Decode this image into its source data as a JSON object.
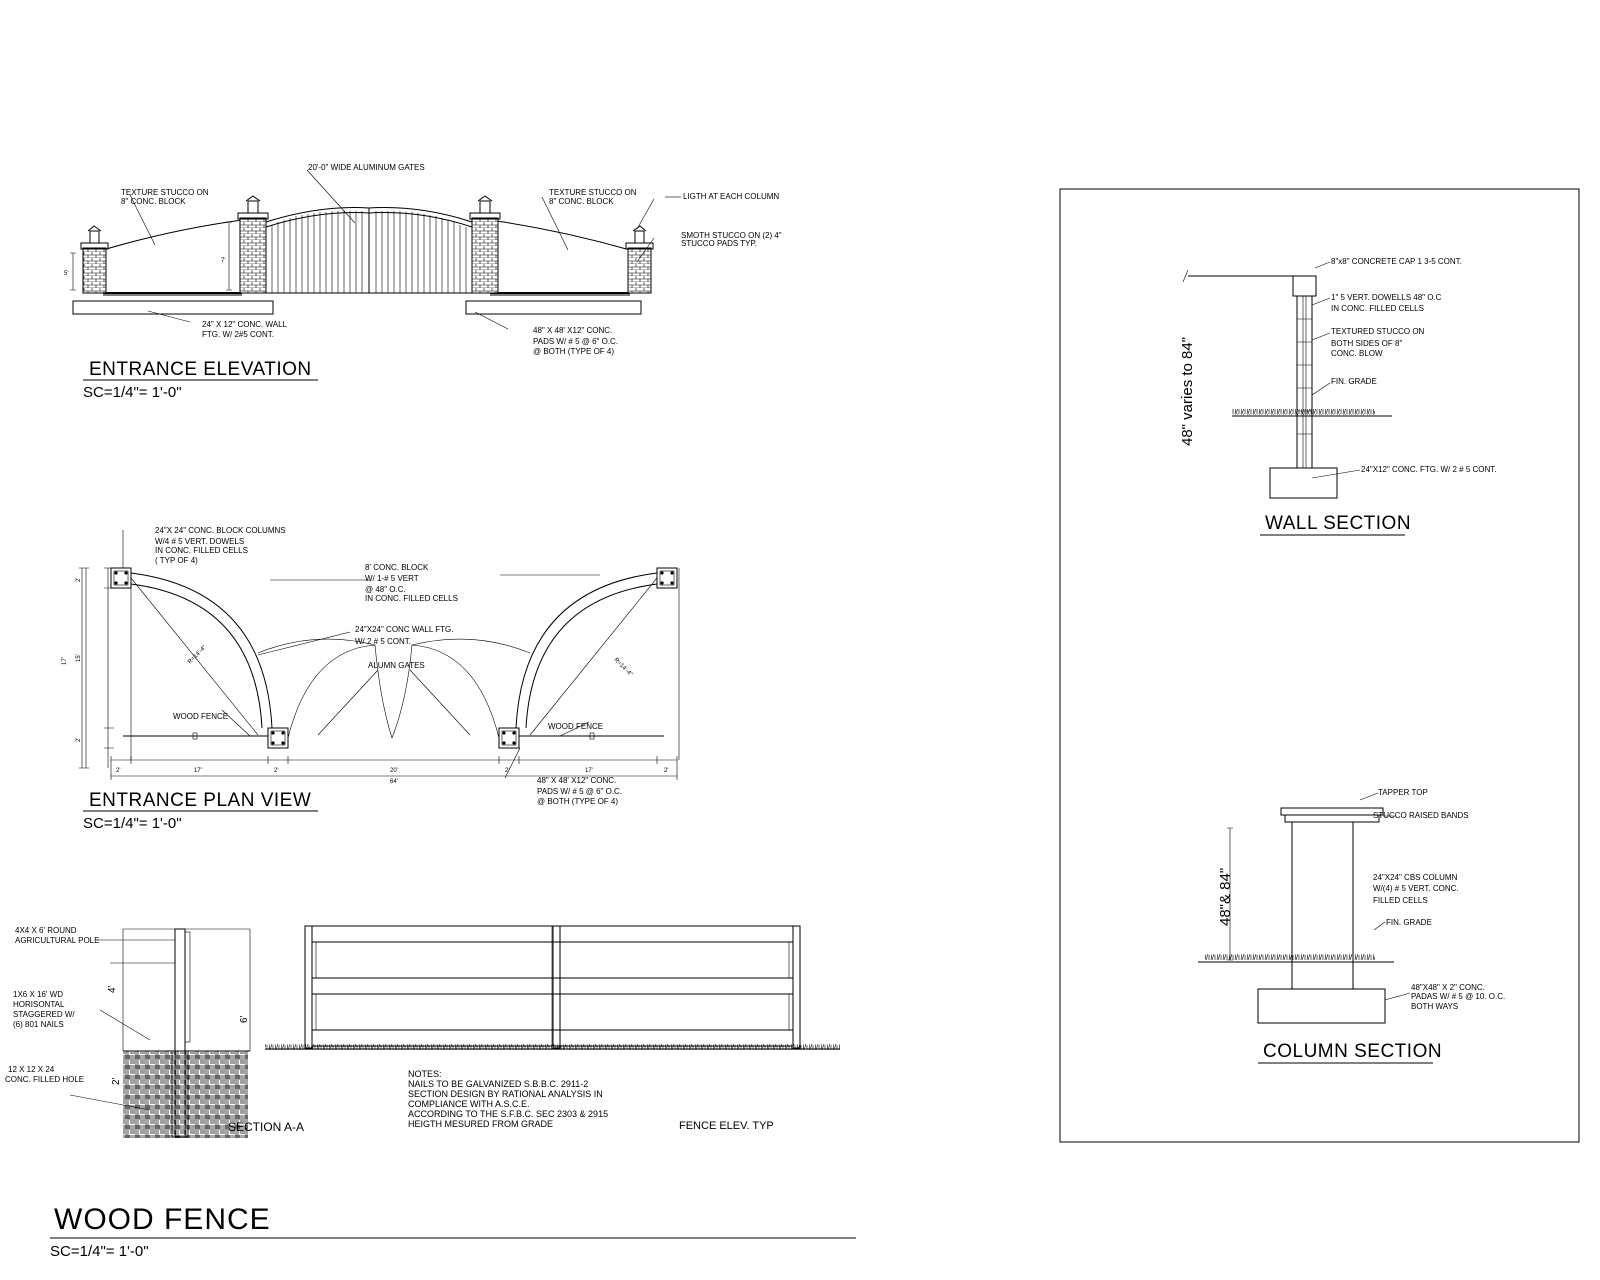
{
  "drawing_title": "WOOD FENCE",
  "drawing_scale": "SC=1/4\"= 1'-0\"",
  "elevation": {
    "title": "ENTRANCE ELEVATION",
    "scale": "SC=1/4\"= 1'-0\"",
    "notes": {
      "gates": "20'-0\" WIDE ALUMINUM GATES",
      "stucco_left_1": "TEXTURE STUCCO ON",
      "stucco_left_2": "8\" CONC. BLOCK",
      "stucco_right_1": "TEXTURE STUCCO ON",
      "stucco_right_2": "8\" CONC. BLOCK",
      "light": "LIGTH AT EACH COLUMN",
      "smooth_1": "SMOTH STUCCO ON (2) 4\"",
      "smooth_2": "STUCCO PADS TYP.",
      "wall_ftg_1": "24\" X 12\" CONC. WALL",
      "wall_ftg_2": "FTG. W/ 2#5 CONT.",
      "pads_1": "48\" X 48' X12\" CONC.",
      "pads_2": "PADS W/ # 5 @ 6\" O.C.",
      "pads_3": "@ BOTH (TYPE OF 4)"
    },
    "dims": {
      "left": "5'",
      "center": "7'"
    }
  },
  "plan": {
    "title": "ENTRANCE PLAN VIEW",
    "scale": "SC=1/4\"= 1'-0\"",
    "notes": {
      "columns_1": "24\"X 24\"  CONC. BLOCK COLUMNS",
      "columns_2": "W/4 # 5 VERT. DOWELS",
      "columns_3": "IN CONC. FILLED CELLS",
      "columns_4": "( TYP OF 4)",
      "block_1": "8' CONC. BLOCK",
      "block_2": "W/ 1-# 5 VERT",
      "block_3": "@ 48\" O.C.",
      "block_4": "IN CONC. FILLED CELLS",
      "wall_ftg_1": "24\"X24\" CONC WALL FTG.",
      "wall_ftg_2": "W/ 2 # 5 CONT.",
      "gates": "ALUMN GATES",
      "wood_fence_left": "WOOD FENCE",
      "wood_fence_right": "WOOD FENCE",
      "pads_1": "48\" X 48' X12\" CONC.",
      "pads_2": "PADS W/ # 5 @ 6\" O.C.",
      "pads_3": "@ BOTH (TYPE OF 4)",
      "radius_left": "R=14'-4\"",
      "radius_right": "R=14'-4\""
    },
    "dims": {
      "d1": "2'",
      "d2": "17'",
      "d3": "2'",
      "d4": "20'",
      "d5": "2'",
      "d6": "17'",
      "d7": "2'",
      "total": "64'",
      "v1": "2'",
      "v2": "15'",
      "v3": "2'",
      "vtotal": "17'"
    }
  },
  "section_aa": {
    "title": "SECTION A-A",
    "notes": {
      "pole_1": "4X4 X 6' ROUND",
      "pole_2": "AGRICULTURAL POLE",
      "board_1": "1X6 X 16' WD",
      "board_2": "HORISONTAL",
      "board_3": "STAGGERED W/",
      "board_4": "(6) 801 NAILS",
      "hole_1": "12 X 12 X 24",
      "hole_2": "CONC. FILLED HOLE"
    },
    "dims": {
      "above": "4'",
      "total": "6'",
      "below": "2'"
    }
  },
  "notes_block": {
    "heading": "NOTES:",
    "line1": "NAILS TO BE GALVANIZED S.B.B.C. 2911-2",
    "line2": "SECTION DESIGN BY RATIONAL ANALYSIS IN",
    "line3": "COMPLIANCE WITH A.S.C.E.",
    "line4": "ACCORDING TO THE S.F.B.C. SEC 2303 & 2915",
    "line5": "HEIGTH MESURED FROM GRADE"
  },
  "fence_elev": {
    "title": "FENCE ELEV. TYP"
  },
  "wall_section": {
    "title": "WALL SECTION",
    "height": "48\" varies to 84\"",
    "notes": {
      "cap": "8\"x8\" CONCRETE CAP 1 3-5 CONT.",
      "dowels_1": "1\" 5 VERT. DOWELLS 48\" O.C",
      "dowels_2": "IN CONC. FILLED CELLS",
      "stucco_1": "TEXTURED STUCCO ON",
      "stucco_2": "BOTH SIDES OF 8\"",
      "stucco_3": "CONC. BLOW",
      "grade": "FIN. GRADE",
      "ftg": "24\"X12\" CONC. FTG. W/ 2 # 5 CONT."
    }
  },
  "column_section": {
    "title": "COLUMN SECTION",
    "height": "48\"& 84\"",
    "notes": {
      "top": "TAPPER TOP",
      "bands": "STUCCO RAISED BANDS",
      "col_1": "24\"X24\" CBS COLUMN",
      "col_2": "W/(4) # 5 VERT. CONC.",
      "col_3": "FILLED CELLS",
      "grade": "FIN. GRADE",
      "pad_1": "48\"X48\" X 2\" CONC.",
      "pad_2": "PADAS W/ # 5 @ 10. O.C.",
      "pad_3": "BOTH WAYS"
    }
  }
}
